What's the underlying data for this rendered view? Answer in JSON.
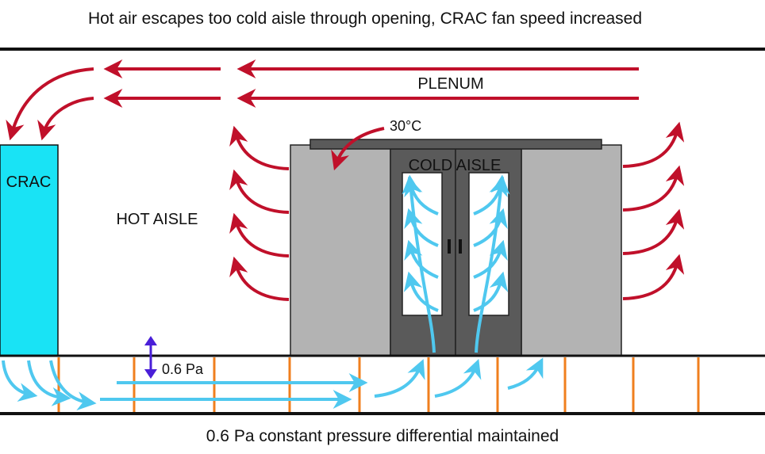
{
  "title": "Hot air escapes too cold aisle through opening, CRAC fan speed increased",
  "caption": "0.6 Pa constant pressure differential maintained",
  "labels": {
    "plenum": "PLENUM",
    "temperature": "30°C",
    "cold_aisle": "COLD AISLE",
    "crac": "CRAC",
    "hot_aisle": "HOT AISLE",
    "pressure": "0.6 Pa"
  },
  "colors": {
    "hot_air": "#c0102a",
    "cold_air": "#4fc8ef",
    "crac_unit": "#19e3f5",
    "rack": "#b3b3b3",
    "containment": "#5a5a5a",
    "tile_post": "#f07f1e",
    "pressure_arrow": "#4a1fd8",
    "structure_line": "#111111"
  }
}
